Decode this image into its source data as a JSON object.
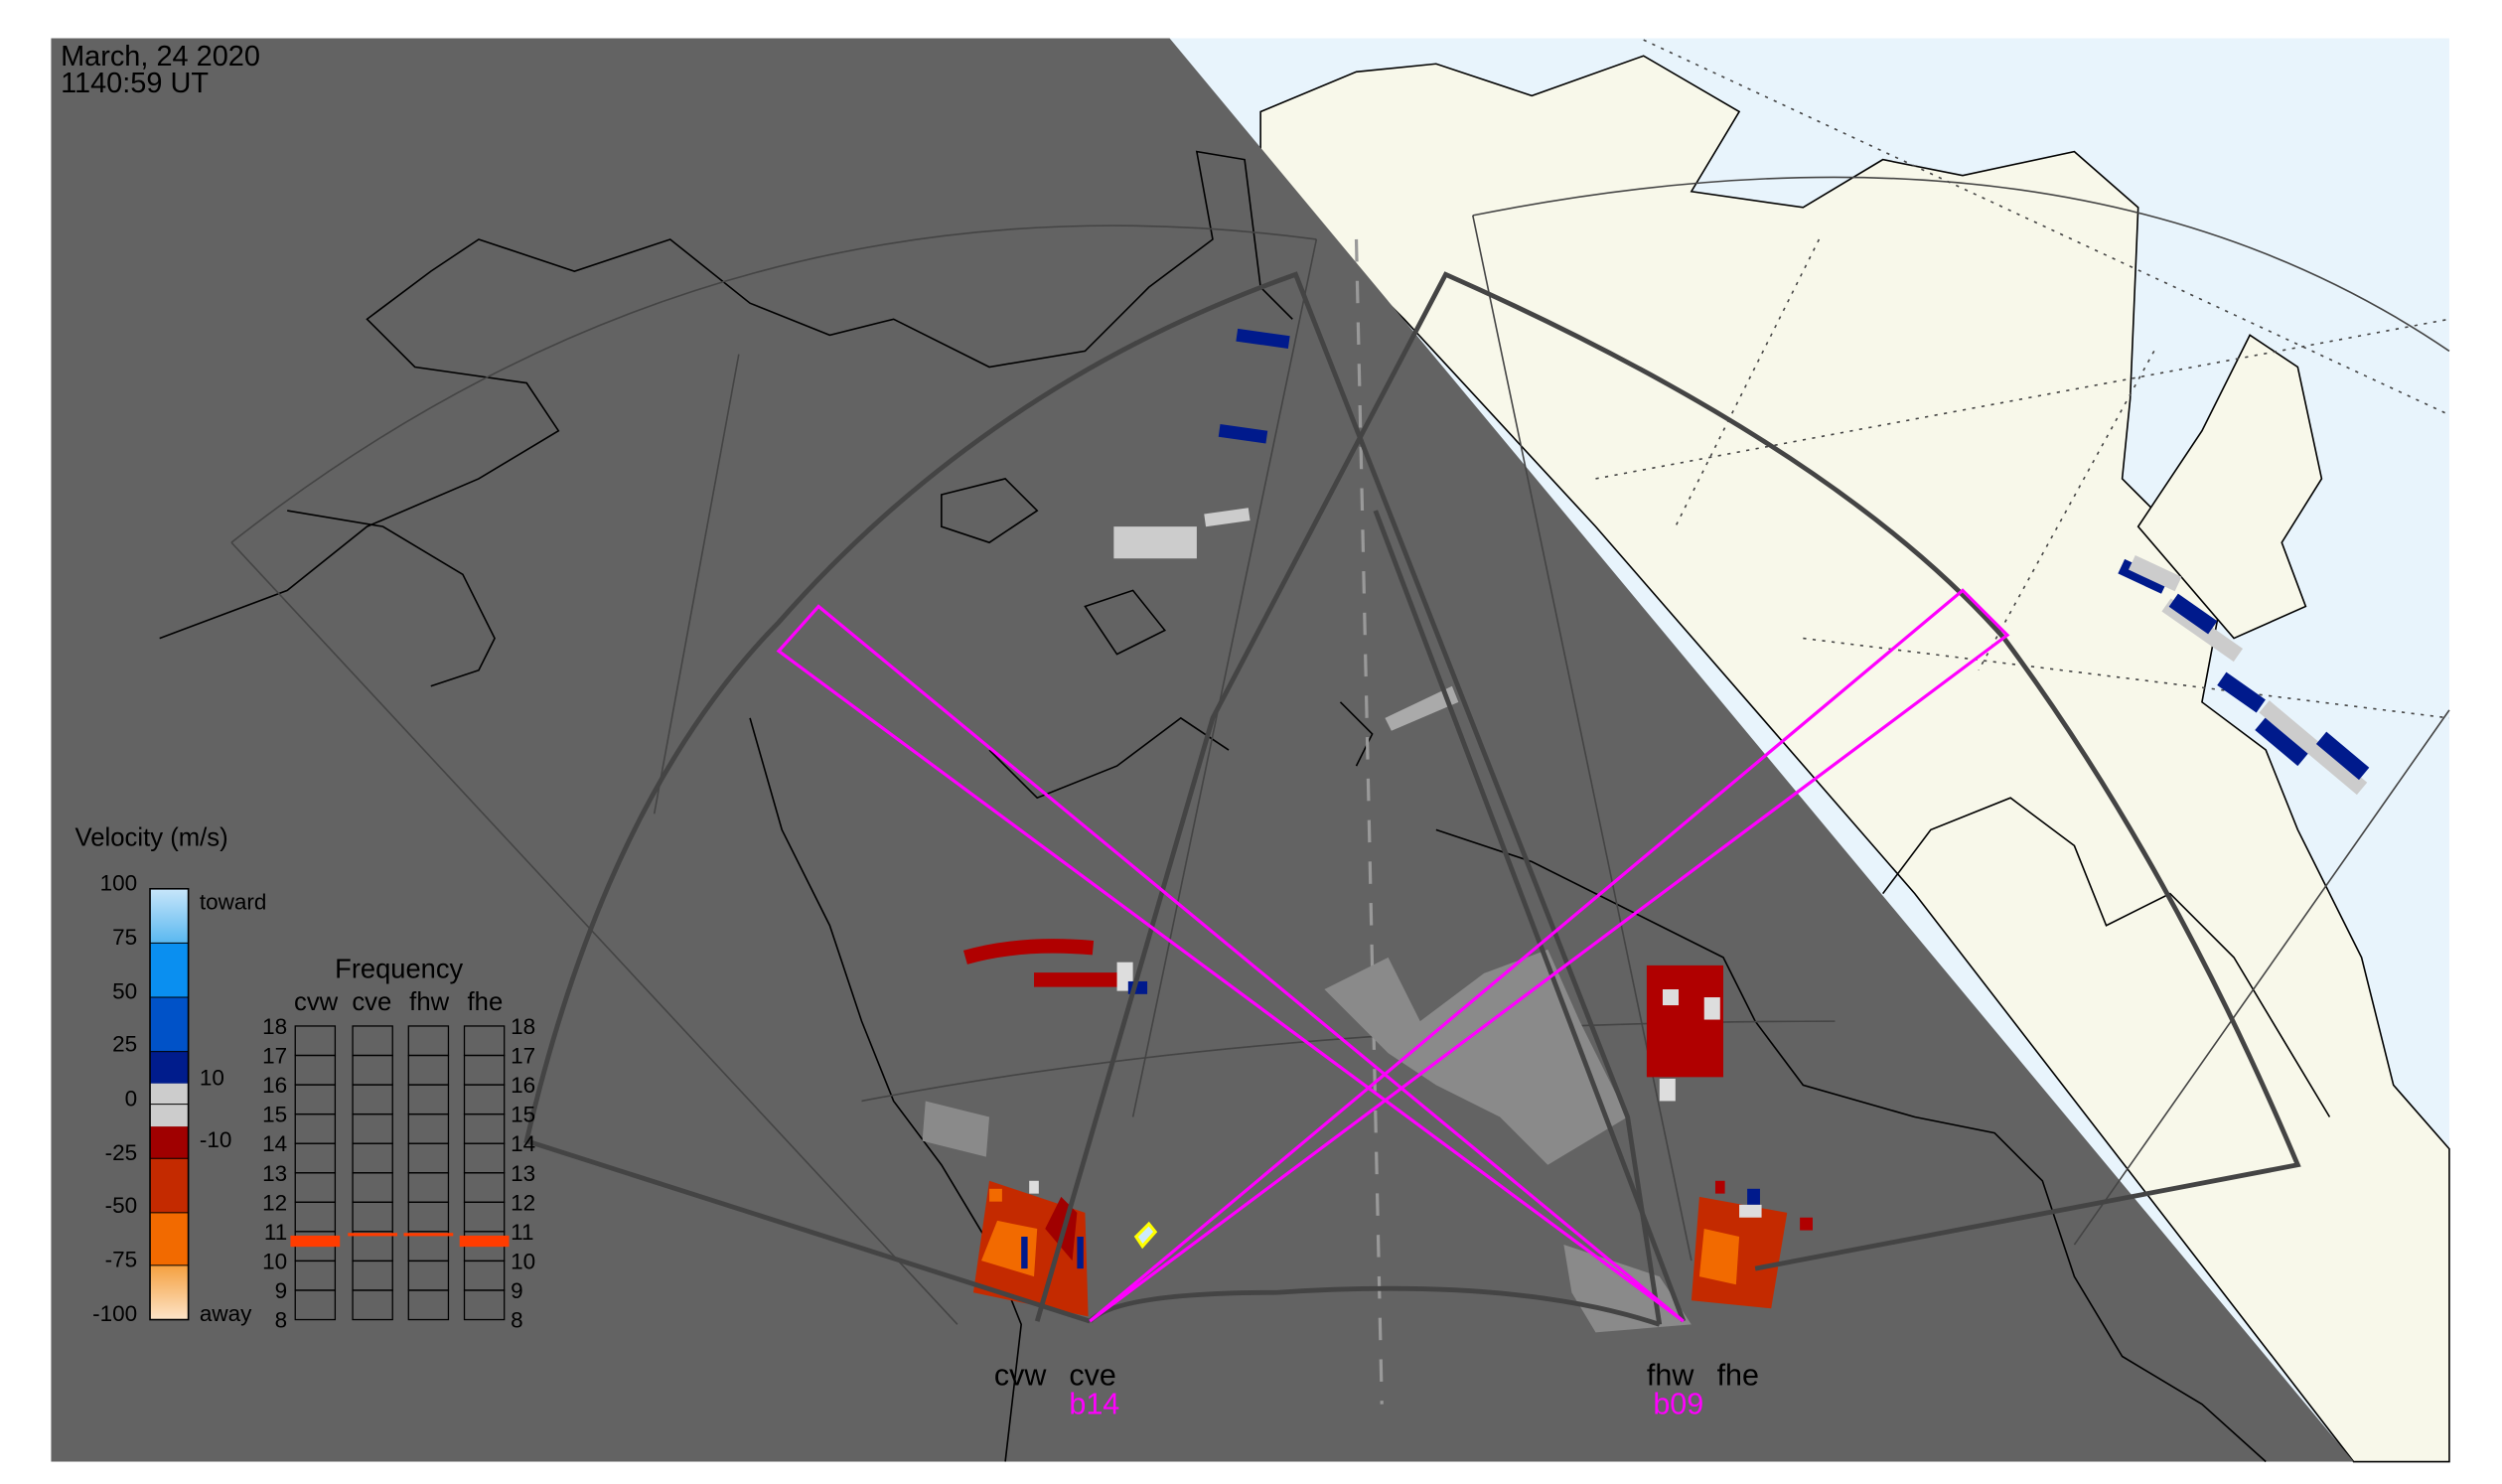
{
  "header": {
    "date": "March, 24 2020",
    "time": "1140:59 UT"
  },
  "velocity_legend": {
    "title": "Velocity (m/s)",
    "ticks": [
      "100",
      "75",
      "50",
      "25",
      "0",
      "-25",
      "-50",
      "-75",
      "-100"
    ],
    "toward_label": "toward",
    "away_label": "away",
    "ground_scatter_upper": "10",
    "ground_scatter_lower": "-10",
    "colors": [
      "#8ccaf5",
      "#0a8ff0",
      "#0052c8",
      "#001c8c",
      "#cccccc",
      "#cccccc",
      "#a00000",
      "#c42a00",
      "#f26a00",
      "#f7b070"
    ]
  },
  "frequency_legend": {
    "title": "Frequency",
    "radars": [
      "cvw",
      "cve",
      "fhw",
      "fhe"
    ],
    "ticks": [
      "18",
      "17",
      "16",
      "15",
      "14",
      "13",
      "12",
      "11",
      "10",
      "9",
      "8"
    ],
    "frequencies_mhz": {
      "cvw": 10.7,
      "cve": 10.9,
      "fhw": 10.9,
      "fhe": 10.7
    },
    "bar_color": "#ff3c00"
  },
  "sites": {
    "cvw": "cvw",
    "cve": "cve",
    "fhw": "fhw",
    "fhe": "fhe",
    "cv_beam": "b14",
    "fh_beam": "b09"
  },
  "colors": {
    "night": "#636363",
    "ocean": "#e8f4fc",
    "land": "#f8f8ea",
    "beam": "#ff00ff",
    "fov": "#444444"
  }
}
